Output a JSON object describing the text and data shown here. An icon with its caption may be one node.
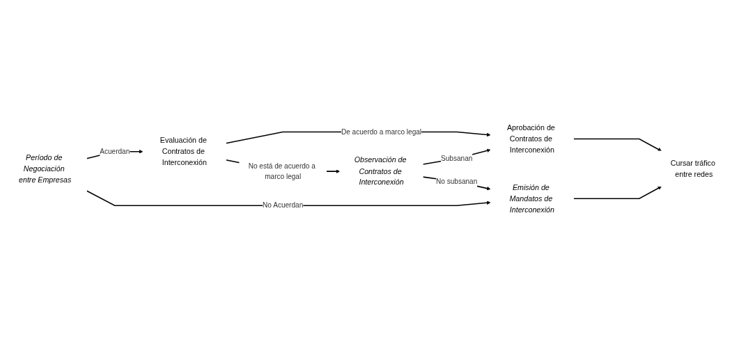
{
  "diagram": {
    "nodes": [
      {
        "text": [
          "Período de Negociación entre Empresas"
        ]
      },
      {
        "text": [
          "Evaluación de Contratos de Interconexión"
        ]
      },
      {
        "text": [
          "Aprobación de Contratos de Interconexión"
        ]
      },
      {
        "text": [
          "Observación de Contratos de Interconexión"
        ]
      },
      {
        "text": [
          "Emisión de Mandatos de Interconexión"
        ]
      },
      {
        "text": [
          "Cursar tráfico entre redes"
        ]
      }
    ],
    "edges": [
      {
        "from": 0,
        "to": 1,
        "arrow": "to",
        "label": "Acuerdan"
      },
      {
        "from": 0,
        "to": 4,
        "arrow": "to",
        "label": "No Acuerdan"
      },
      {
        "from": 1,
        "to": 2,
        "arrow": "to",
        "label": "De acuerdo a marco legal"
      },
      {
        "from": 1,
        "to": 3,
        "arrow": "to",
        "label": "No está de acuerdo a marco legal"
      },
      {
        "from": 3,
        "to": 2,
        "arrow": "to",
        "label": "Subsanan"
      },
      {
        "from": 3,
        "to": 4,
        "arrow": "to",
        "label": "No subsanan"
      },
      {
        "from": 2,
        "to": 5,
        "arrow": "to"
      },
      {
        "from": 4,
        "to": 5,
        "arrow": "to"
      }
    ]
  }
}
